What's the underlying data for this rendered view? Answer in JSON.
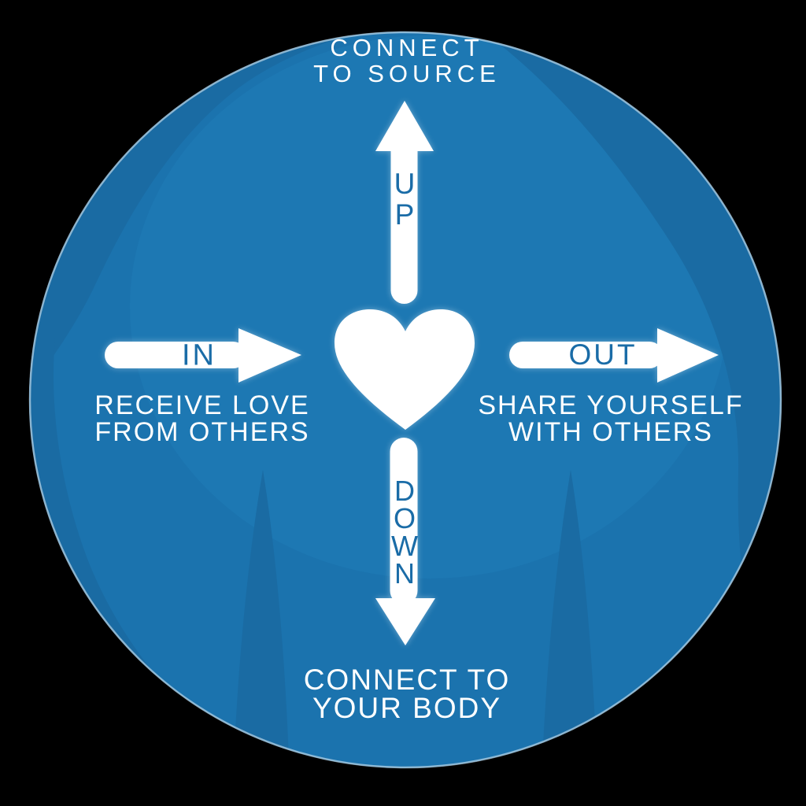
{
  "diagram": {
    "description_icon": "heart-icon",
    "colors": {
      "background": "#000000",
      "circle_base_blue": "#1B73AE",
      "circle_dark_blue": "#1A6BA3",
      "circle_light_blue": "#1F7CB8",
      "rim_highlight": "#E9F2F8",
      "shape_white": "#FFFFFF",
      "arrow_word_blue": "#1A6CA7",
      "caption_white": "#FFFFFF"
    },
    "axes": {
      "up": {
        "arrow_label": "UP",
        "caption_lines": [
          "CONNECT",
          "TO SOURCE"
        ]
      },
      "down": {
        "arrow_label": "DOWN",
        "caption_lines": [
          "CONNECT TO",
          "YOUR BODY"
        ]
      },
      "in": {
        "arrow_label": "IN",
        "caption_lines": [
          "RECEIVE LOVE",
          "FROM OTHERS"
        ]
      },
      "out": {
        "arrow_label": "OUT",
        "caption_lines": [
          "SHARE YOURSELF",
          "WITH OTHERS"
        ]
      }
    }
  }
}
